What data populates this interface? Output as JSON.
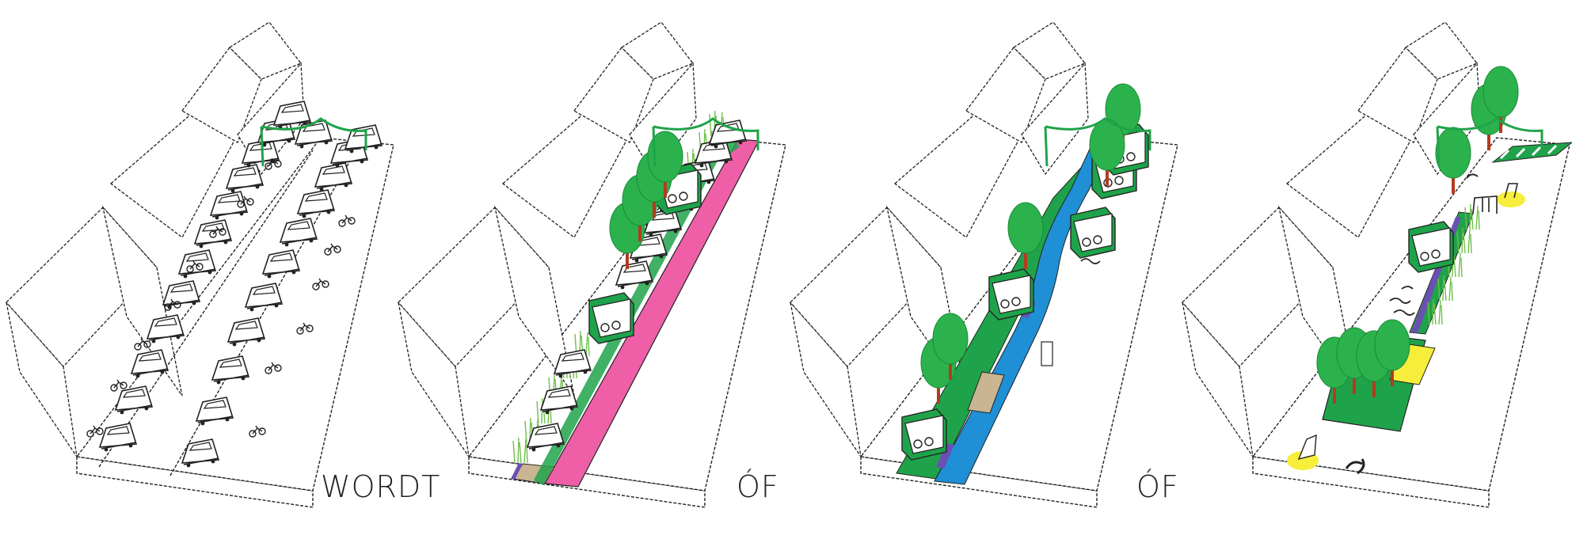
{
  "labels": [
    "WORDT",
    "ÓF",
    "ÓF"
  ],
  "colors": {
    "outline": "#222222",
    "green": "#1fa34a",
    "tree": "#2bb24c",
    "trunk": "#b53a1f",
    "pink": "#ee5fa7",
    "blue": "#1f8fd6",
    "sand": "#c9b592",
    "yellow": "#f6ee3a",
    "purple": "#6b4fb3",
    "reed": "#6fbf4a"
  },
  "panels": [
    {
      "id": "cars",
      "street": "cars-and-bikes"
    },
    {
      "id": "pink",
      "street": "pink-road-with-parking"
    },
    {
      "id": "blue",
      "street": "blue-water-channel"
    },
    {
      "id": "green",
      "street": "green-play-area"
    }
  ]
}
